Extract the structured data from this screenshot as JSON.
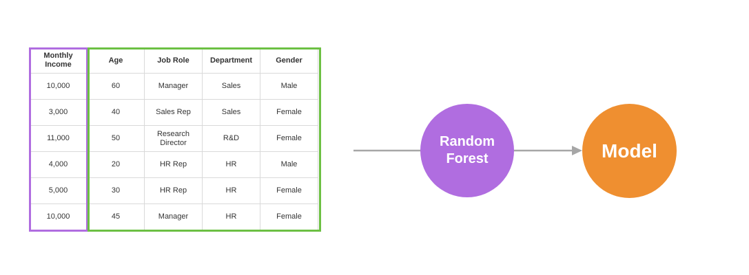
{
  "table": {
    "headers": [
      "Monthly Income",
      "Age",
      "Job Role",
      "Department",
      "Gender"
    ],
    "rows": [
      [
        "10,000",
        "60",
        "Manager",
        "Sales",
        "Male"
      ],
      [
        "3,000",
        "40",
        "Sales Rep",
        "Sales",
        "Female"
      ],
      [
        "11,000",
        "50",
        "Research Director",
        "R&D",
        "Female"
      ],
      [
        "4,000",
        "20",
        "HR Rep",
        "HR",
        "Male"
      ],
      [
        "5,000",
        "30",
        "HR Rep",
        "HR",
        "Female"
      ],
      [
        "10,000",
        "45",
        "Manager",
        "HR",
        "Female"
      ]
    ]
  },
  "colors": {
    "target_box": "#b06de0",
    "feature_box": "#6cc043",
    "random_forest": "#b06de0",
    "model": "#ef8f30",
    "arrow": "#a6a6a6"
  },
  "nodes": {
    "random_forest": "Random Forest",
    "model": "Model"
  }
}
